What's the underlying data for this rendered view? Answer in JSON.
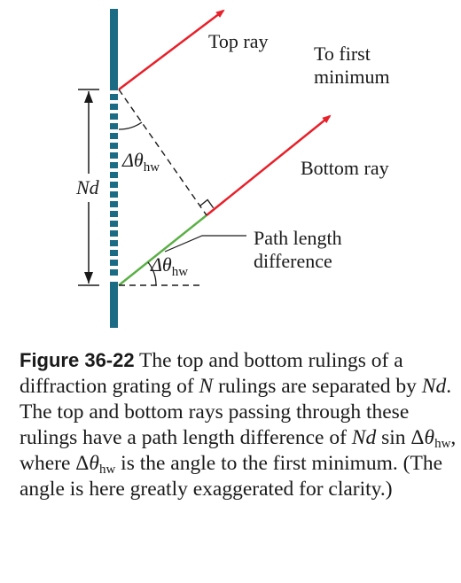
{
  "figure": {
    "labels": {
      "top_ray": "Top ray",
      "to_first_line1": "To first",
      "to_first_line2": "minimum",
      "bottom_ray": "Bottom ray",
      "path_line1": "Path length",
      "path_line2": "difference",
      "nd": "Nd",
      "delta_theta": "Δθ",
      "hw": "hw"
    },
    "colors": {
      "grating": "#1c6b84",
      "ray": "#e8202a",
      "path_difference": "#5bb046",
      "lines": "#1a1a1a"
    }
  },
  "caption": {
    "label": "Figure 36-22",
    "s1": " The top and bottom rulings of a diffraction grating of ",
    "N": "N",
    "s2": " rulings are separated by ",
    "Nd1": "Nd",
    "s3": ". The top and bottom rays passing through these rulings have a path length difference of ",
    "Nd2": "Nd",
    "s4": " sin Δ",
    "theta1": "θ",
    "hw1": "hw",
    "s5": ", where Δ",
    "theta2": "θ",
    "hw2": "hw",
    "s6": " is the angle to the first minimum. (The angle is here greatly exaggerated for clarity.)"
  }
}
